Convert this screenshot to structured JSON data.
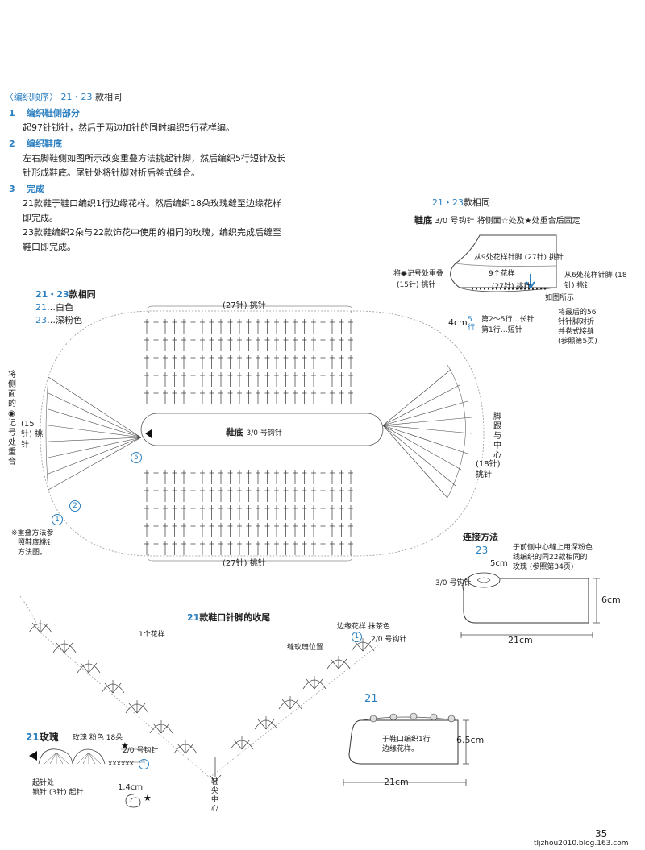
{
  "instructions": {
    "header_label": "〈编织顺序〉",
    "header_models": "21・23",
    "header_same": "款相同",
    "steps": [
      {
        "num": "1",
        "title": "编织鞋侧部分",
        "lines": [
          "起97针锁针，然后于两边加针的同时编织5行花样编。"
        ]
      },
      {
        "num": "2",
        "title": "编织鞋底",
        "lines": [
          "左右脚鞋侧如图所示改变重叠方法挑起针脚，然后编织5行短针及长",
          "针形成鞋底。尾针处将针脚对折后卷式缝合。"
        ]
      },
      {
        "num": "3",
        "title": "完成",
        "lines": [
          "21款鞋于鞋口编织1行边缘花样。然后编织18朵玫瑰缝至边缘花样",
          "即完成。",
          "23款鞋编织2朵与22款饰花中使用的相同的玫瑰，编织完成后缝至",
          "鞋口即完成。"
        ]
      }
    ]
  },
  "sole_diagram": {
    "models": "21・23",
    "title": "款相同",
    "color_21_num": "21",
    "color_21": "…白色",
    "color_23_num": "23",
    "color_23": "…深粉色",
    "top_count": "(27针) 挑针",
    "bottom_count": "(27针) 挑针",
    "center_label": "鞋底",
    "center_hook": "3/0 号钩针",
    "left_note": "将侧面的◉记号处重合",
    "left_count": "(15针) 挑针",
    "right_note": "脚跟与中心",
    "right_count": "(18针) 挑针",
    "markers": [
      "1",
      "2",
      "5"
    ],
    "bottom_note": [
      "※重叠方法参",
      "照鞋底挑针",
      "方法图。"
    ]
  },
  "sole_mini": {
    "models": "21・23",
    "models_suffix": "款相同",
    "title": "鞋底",
    "hook": "3/0 号钩针",
    "top_note": "将侧面☆处及★处重合后固定",
    "flower_9": "从9处花样针脚 (27针) 挑针",
    "flower_count": "9个花样",
    "left_note": "将◉记号处重叠",
    "left_count": "(15针) 挑针",
    "mid_count": "(27针) 挑针",
    "right_note": "从6处花样针脚 (18针) 挑针",
    "as_shown": "如图所示",
    "tail_note": [
      "将最后的56",
      "针针脚对折",
      "并卷式接缝",
      "(参照第5页)"
    ],
    "height": "4cm",
    "rows": "5行",
    "row_a": "第2～5行…长针",
    "row_b": "第1行…短针"
  },
  "joining": {
    "title": "连接方法",
    "model": "23",
    "note": [
      "于前侧中心缝上用深粉色",
      "线编织的同22款相同的",
      "玫瑰 (参照第34页)"
    ],
    "size": "5cm",
    "hook": "3/0 号钩针",
    "height": "6cm",
    "width": "21cm"
  },
  "edging": {
    "model": "21",
    "title": "款鞋口针脚的收尾",
    "one_pattern": "1个花样",
    "rose_pos": "缝玫瑰位置",
    "edge_label": "边缘花样 抹茶色",
    "edge_hook": "2/0 号钩针",
    "toe": "鞋尖中心",
    "marker": "1"
  },
  "rose": {
    "model": "21",
    "title": "玫瑰",
    "spec": "玫瑰 粉色 18朵",
    "hook": "2/0 号钩针",
    "start": [
      "起针处",
      "锁针 (3针) 起针"
    ],
    "size": "1.4cm",
    "marker": "1"
  },
  "shoe21": {
    "model": "21",
    "note": [
      "于鞋口编织1行",
      "边缘花样。"
    ],
    "height": "6.5cm",
    "width": "21cm"
  },
  "footer": {
    "page": "35",
    "site": "tljzhou2010.blog.163.com"
  }
}
